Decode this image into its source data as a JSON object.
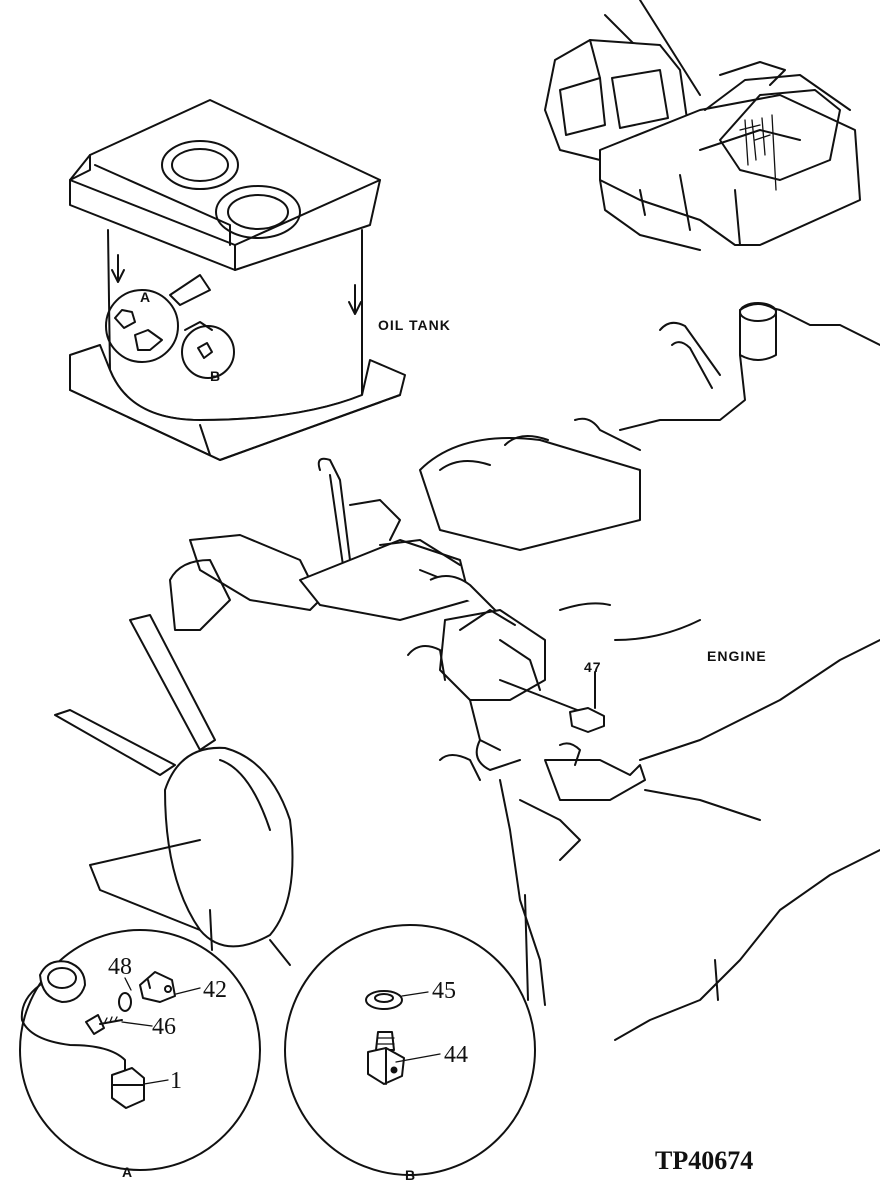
{
  "labels": {
    "oil_tank": "OIL TANK",
    "engine": "ENGINE",
    "detail_a": "A",
    "detail_b": "B",
    "callout_a": "A",
    "callout_b": "B",
    "drawing_number": "TP40674"
  },
  "part_numbers": {
    "p47": "47",
    "p48": "48",
    "p42": "42",
    "p46": "46",
    "p1": "1",
    "p45": "45",
    "p44": "44"
  }
}
